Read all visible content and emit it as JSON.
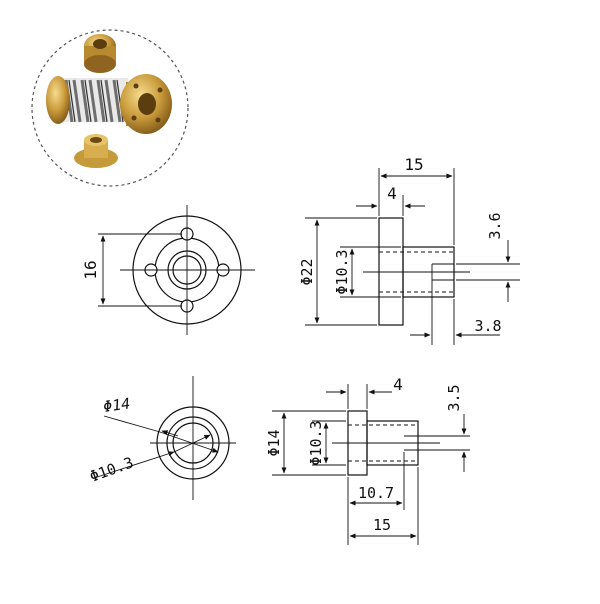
{
  "image": {
    "type": "technical-drawing",
    "inset_photo": {
      "description_icon": "brass-anti-backlash-nut-photo",
      "border_color": "#555555"
    }
  },
  "colors": {
    "line": "#111111",
    "brass_light": "#e7c46b",
    "brass_mid": "#c59a3a",
    "brass_dark": "#8e6420",
    "spring": "#7a7a7a",
    "background": "#ffffff"
  },
  "top_front_view": {
    "bolt_circle_dim": "16"
  },
  "top_side_view": {
    "overall_length": "15",
    "flange_thickness": "4",
    "flange_diameter": "Φ22",
    "bore_diameter": "Φ10.3",
    "hole_offset": "3.6",
    "hole_offset2": "3.8"
  },
  "bottom_front_view": {
    "outer_diameter": "Φ14",
    "inner_diameter": "Φ10.3"
  },
  "bottom_side_view": {
    "flange_thickness": "4",
    "outer_diameter": "Φ14",
    "bore_diameter": "Φ10.3",
    "hole_offset": "3.5",
    "body_length": "10.7",
    "overall_length": "15"
  }
}
